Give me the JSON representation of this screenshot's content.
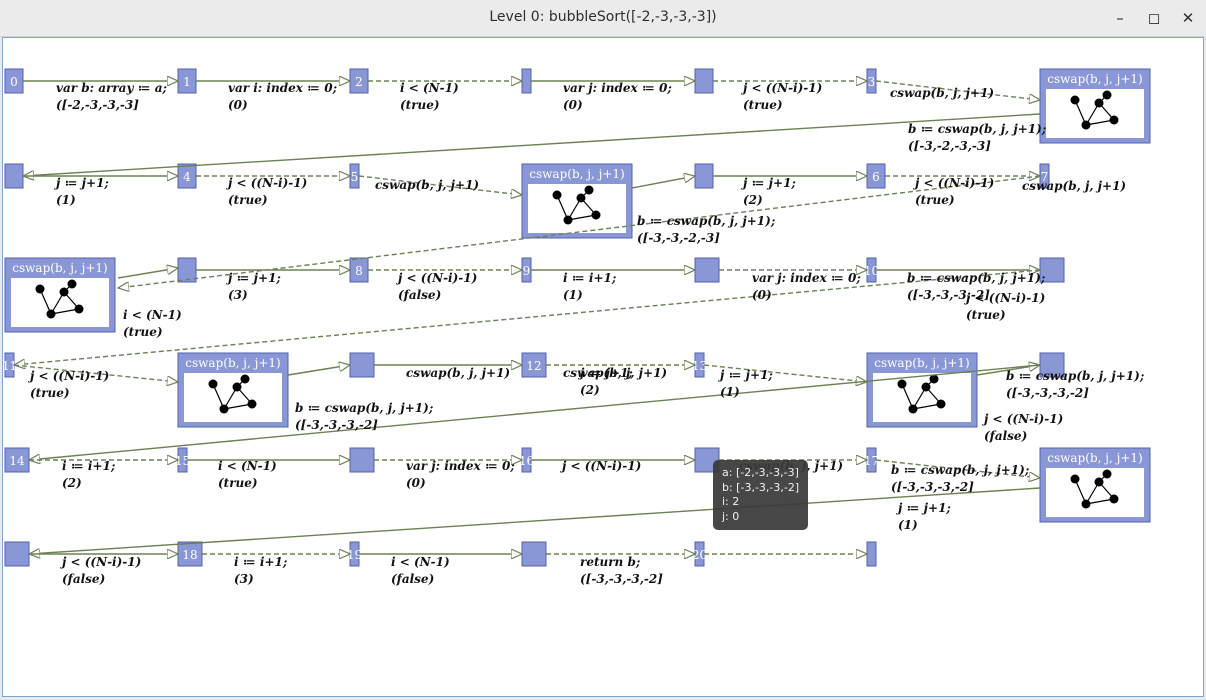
{
  "window": {
    "title": "Level 0: bubbleSort([-2,-3,-3,-3])",
    "minimize_icon": "minimize-icon",
    "maximize_icon": "maximize-icon",
    "close_icon": "close-icon"
  },
  "colors": {
    "node_fill": "#8a97d6",
    "node_border": "#5262ae",
    "edge": "#6b8254",
    "label": "#111111",
    "tooltip_bg": "#3a3a3a"
  },
  "call_box_title": "cswap(b, j, j+1)",
  "nodes": [
    "0",
    "1",
    "2",
    "",
    "",
    "3",
    "",
    "4",
    "5",
    "",
    "6",
    "7",
    "",
    "8",
    "9",
    "",
    "10",
    "",
    "11",
    "",
    "12",
    "13",
    "",
    "14",
    "15",
    "",
    "16",
    "",
    "17",
    "",
    "18",
    "19",
    "",
    "20",
    "",
    ""
  ],
  "labels": [
    [
      "var b: array ≔ a;",
      "([-2,-3,-3,-3]"
    ],
    [
      "var i: index ≔ 0;",
      "(0)"
    ],
    [
      "i < (N-1)",
      "(true)"
    ],
    [
      "var j: index ≔ 0;",
      "(0)"
    ],
    [
      "j < ((N-i)-1)",
      "(true)"
    ],
    [
      "cswap(b, j, j+1)",
      ""
    ],
    [
      "b ≔ cswap(b, j, j+1);",
      "([-3,-2,-3,-3]"
    ],
    [
      "j ≔ j+1;",
      "(1)"
    ],
    [
      "j < ((N-i)-1)",
      "(true)"
    ],
    [
      "cswap(b, j, j+1)",
      ""
    ],
    [
      "j ≔ j+1;",
      "(2)"
    ],
    [
      "b ≔ cswap(b, j, j+1);",
      "([-3,-3,-2,-3]"
    ],
    [
      "j < ((N-i)-1)",
      "(true)"
    ],
    [
      "cswap(b, j, j+1)",
      ""
    ],
    [
      "j ≔ j+1;",
      "(3)"
    ],
    [
      "j < ((N-i)-1)",
      "(false)"
    ],
    [
      "i ≔ i+1;",
      "(1)"
    ],
    [
      "i < (N-1)",
      "(true)"
    ],
    [
      "var j: index ≔ 0;",
      "(0)"
    ],
    [
      "b ≔ cswap(b, j, j+1);",
      "([-3,-3,-3,-2]"
    ],
    [
      "j < ((N-i)-1)",
      "(true)"
    ],
    [
      "cswap(b, j, j+1)",
      ""
    ],
    [
      "j ≔ j+1;",
      "(1)"
    ],
    [
      "j < ((N-i)-1)",
      "(true)"
    ],
    [
      "cswap(b, j, j+1)",
      ""
    ],
    [
      "j ≔ j+1;",
      "(2)"
    ],
    [
      "b ≔ cswap(b, j, j+1);",
      "([-3,-3,-3,-2]"
    ],
    [
      "b ≔ cswap(b, j, j+1);",
      "([-3,-3,-3,-2]"
    ],
    [
      "j < ((N-i)-1)",
      "(false)"
    ],
    [
      "i ≔ i+1;",
      "(2)"
    ],
    [
      "i < (N-1)",
      "(true)"
    ],
    [
      "var j: index ≔ 0;",
      "(0)"
    ],
    [
      "j < ((N-i)-1)",
      ""
    ],
    [
      "cswap(b, j, j+1)",
      ""
    ],
    [
      "b ≔ cswap(b, j, j+1);",
      "([-3,-3,-3,-2]"
    ],
    [
      "j ≔ j+1;",
      "(1)"
    ],
    [
      "j < ((N-i)-1)",
      "(false)"
    ],
    [
      "i ≔ i+1;",
      "(3)"
    ],
    [
      "i < (N-1)",
      "(false)"
    ],
    [
      "return b;",
      "([-3,-3,-3,-2]"
    ]
  ],
  "tooltip": {
    "lines": [
      "a: [-2,-3,-3,-3]",
      "b: [-3,-3,-3,-2]",
      "i: 2",
      "j: 0"
    ]
  }
}
